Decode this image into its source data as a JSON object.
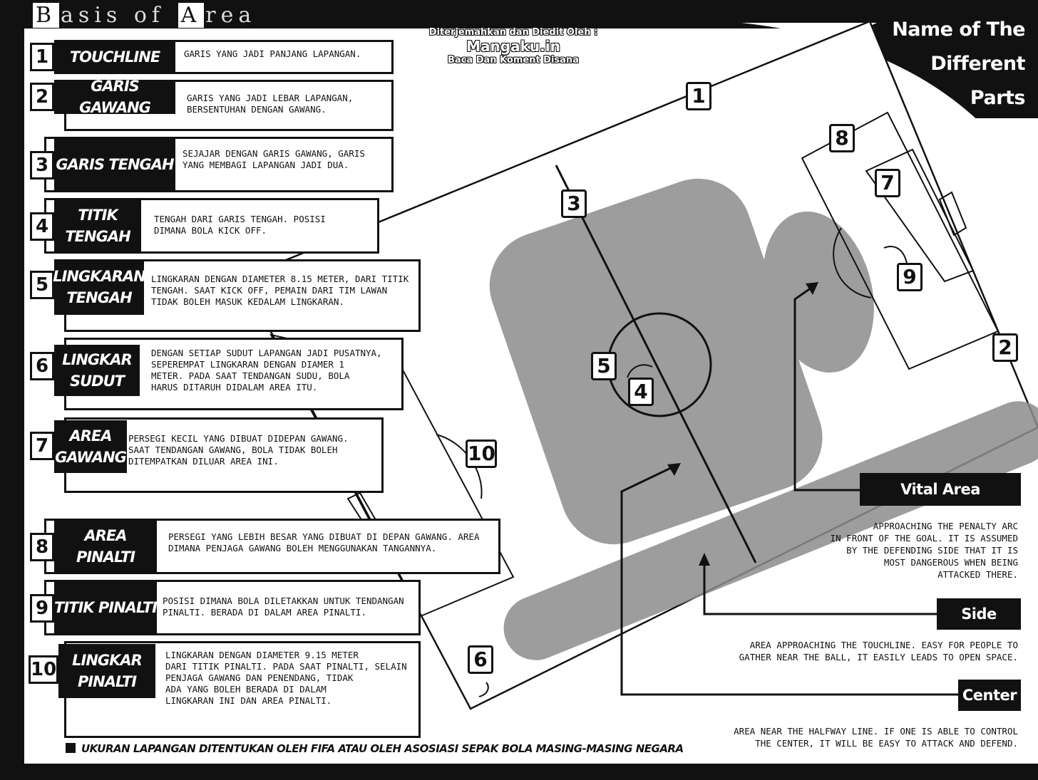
{
  "header": {
    "title_b": "B",
    "title_rest1": "asis of ",
    "title_a": "A",
    "title_rest2": "rea"
  },
  "corner_title": [
    "Name of The",
    "Different Parts",
    "of The Field"
  ],
  "credit": {
    "line1": "Diterjemahkan dan Diedit Oleh :",
    "line2": "Mangaku.in",
    "line3": "Baca Dan Koment Disana"
  },
  "legend": [
    {
      "num": "1",
      "label": "TOUCHLINE",
      "desc": "GARIS YANG JADI PANJANG LAPANGAN."
    },
    {
      "num": "2",
      "label": "GARIS GAWANG",
      "desc": "GARIS YANG JADI LEBAR LAPANGAN,\nBERSENTUHAN DENGAN GAWANG."
    },
    {
      "num": "3",
      "label": "GARIS TENGAH",
      "desc": "SEJAJAR DENGAN GARIS GAWANG, GARIS\nYANG MEMBAGI LAPANGAN JADI DUA."
    },
    {
      "num": "4",
      "label": "TITIK\nTENGAH",
      "desc": "TENGAH DARI GARIS TENGAH. POSISI\nDIMANA BOLA KICK OFF."
    },
    {
      "num": "5",
      "label": "LINGKARAN\nTENGAH",
      "desc": "LINGKARAN DENGAN DIAMETER 8.15 METER, DARI TITIK\nTENGAH. SAAT KICK OFF, PEMAIN DARI TIM LAWAN\nTIDAK BOLEH MASUK KEDALAM LINGKARAN."
    },
    {
      "num": "6",
      "label": "LINGKAR\nSUDUT",
      "desc": "DENGAN SETIAP SUDUT LAPANGAN JADI PUSATNYA,\nSEPEREMPAT LINGKARAN DENGAN DIAMER 1\nMETER. PADA SAAT TENDANGAN SUDU, BOLA\nHARUS DITARUH DIDALAM AREA ITU."
    },
    {
      "num": "7",
      "label": "AREA\nGAWANG",
      "desc": "PERSEGI KECIL YANG DIBUAT DIDEPAN GAWANG.\nSAAT TENDANGAN GAWANG, BOLA TIDAK BOLEH\nDITEMPATKAN DILUAR AREA INI."
    },
    {
      "num": "8",
      "label": "AREA\nPINALTI",
      "desc": "PERSEGI YANG LEBIH BESAR YANG DIBUAT DI DEPAN GAWANG. AREA\nDIMANA PENJAGA GAWANG BOLEH MENGGUNAKAN TANGANNYA."
    },
    {
      "num": "9",
      "label": "TITIK PINALTI",
      "desc": "POSISI DIMANA BOLA DILETAKKAN UNTUK TENDANGAN\nPINALTI. BERADA DI DALAM AREA PINALTI."
    },
    {
      "num": "10",
      "label": "LINGKAR\nPINALTI",
      "desc": "LINGKARAN DENGAN DIAMETER 9.15 METER\nDARI TITIK PINALTI. PADA SAAT PINALTI, SELAIN\nPENJAGA GAWANG DAN PENENDANG, TIDAK\nADA YANG BOLEH BERADA DI DALAM\nLINGKARAN INI DAN AREA PINALTI."
    }
  ],
  "footnote": "UKURAN LAPANGAN DITENTUKAN OLEH FIFA ATAU OLEH ASOSIASI SEPAK BOLA MASING-MASING NEGARA",
  "map_numbers": [
    "1",
    "2",
    "3",
    "4",
    "5",
    "6",
    "7",
    "8",
    "9",
    "10"
  ],
  "zones": [
    {
      "label": "Vital Area",
      "desc": "APPROACHING THE PENALTY ARC\nIN FRONT OF THE GOAL. IT IS ASSUMED\nBY THE DEFENDING SIDE THAT IT IS\nMOST DANGEROUS WHEN BEING\nATTACKED THERE."
    },
    {
      "label": "Side",
      "desc": "AREA APPROACHING THE TOUCHLINE. EASY FOR PEOPLE TO\nGATHER NEAR THE BALL, IT EASILY LEADS TO OPEN SPACE."
    },
    {
      "label": "Center",
      "desc": "AREA NEAR THE HALFWAY LINE. IF ONE IS ABLE TO CONTROL\nTHE CENTER, IT WILL BE EASY TO ATTACK AND DEFEND."
    }
  ],
  "colors": {
    "ink": "#111111",
    "zone_fill": "#8c8c8c",
    "paper": "#ffffff"
  }
}
